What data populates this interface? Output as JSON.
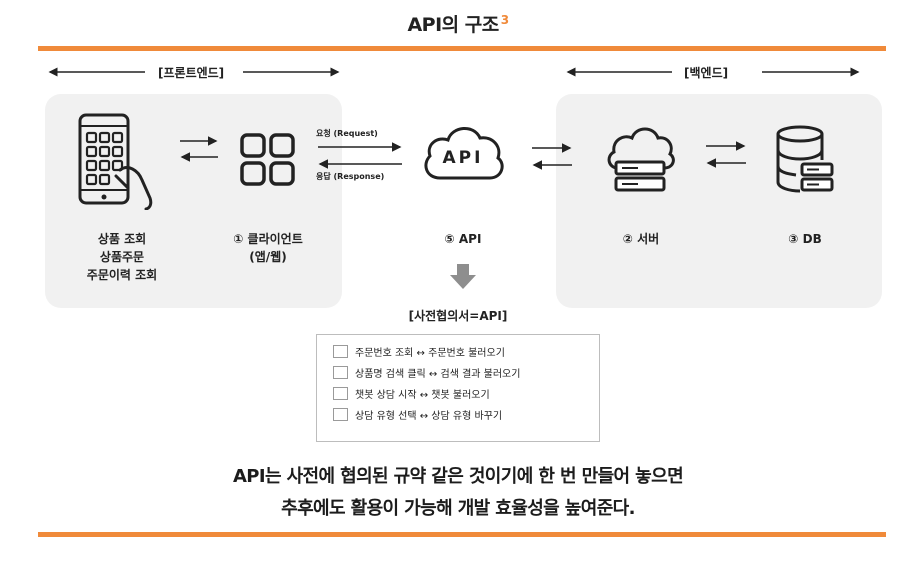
{
  "title": "API의 구조",
  "title_ref": "3",
  "frontend_label": "[프론트엔드]",
  "backend_label": "[백엔드]",
  "phone_caption": [
    "상품 조회",
    "상품주문",
    "주문이력 조회"
  ],
  "client_caption": [
    "① 클라이언트",
    "(앱/웹)"
  ],
  "api_caption": "⑤ API",
  "api_icon_text": "API",
  "server_caption": "② 서버",
  "db_caption": "③ DB",
  "request_label": "요청 (Request)",
  "response_label": "응답 (Response)",
  "agreement_label": "[사전협의서=API]",
  "agreement_items": [
    "주문번호 조회 ↔ 주문번호 불러오기",
    "상품명 검색 클릭 ↔ 검색 결과 불러오기",
    "챗봇 상담 시작 ↔ 챗봇 불러오기",
    "상담 유형 선택 ↔ 상담 유형 바꾸기"
  ],
  "conclusion": [
    "API는 사전에 협의된 규약 같은 것이기에 한 번 만들어 놓으면",
    "추후에도 활용이 가능해 개발 효율성을 높여준다."
  ],
  "colors": {
    "accent": "#f08a3a",
    "panel": "#f1f1f1",
    "arrow_down": "#8e8e8e"
  },
  "icons": [
    "phone-hand-icon",
    "grid-four-icon",
    "cloud-api-icon",
    "cloud-server-icon",
    "database-icon",
    "down-arrow-icon"
  ]
}
